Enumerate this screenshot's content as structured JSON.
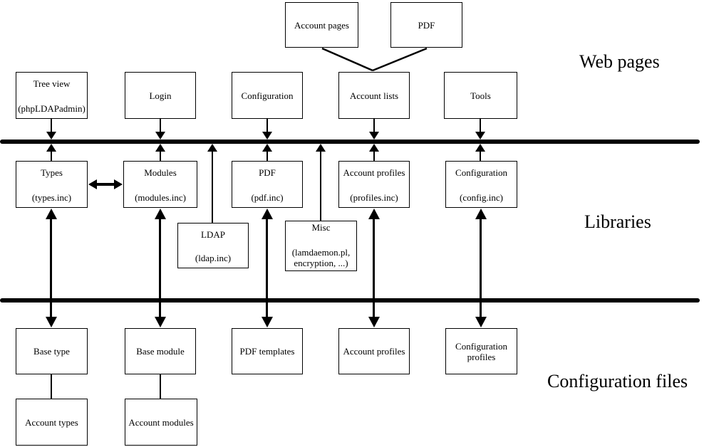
{
  "sections": {
    "web_pages": "Web pages",
    "libraries": "Libraries",
    "configuration_files": "Configuration files"
  },
  "nodes": {
    "account_pages": {
      "label": "Account pages"
    },
    "pdf_web": {
      "label": "PDF"
    },
    "tree_view": {
      "line1": "Tree view",
      "line2": "(phpLDAPadmin)"
    },
    "login": {
      "label": "Login"
    },
    "configuration_page": {
      "label": "Configuration"
    },
    "account_lists": {
      "label": "Account lists"
    },
    "tools": {
      "label": "Tools"
    },
    "types": {
      "line1": "Types",
      "line2": "(types.inc)"
    },
    "modules": {
      "line1": "Modules",
      "line2": "(modules.inc)"
    },
    "pdf_lib": {
      "line1": "PDF",
      "line2": "(pdf.inc)"
    },
    "account_profiles_lib": {
      "line1": "Account profiles",
      "line2": "(profiles.inc)"
    },
    "configuration_lib": {
      "line1": "Configuration",
      "line2": "(config.inc)"
    },
    "ldap": {
      "line1": "LDAP",
      "line2": "(ldap.inc)"
    },
    "misc": {
      "line1": "Misc",
      "line2": "(lamdaemon.pl,",
      "line3": "encryption, ...)"
    },
    "base_type": {
      "label": "Base type"
    },
    "base_module": {
      "label": "Base module"
    },
    "pdf_templates": {
      "label": "PDF templates"
    },
    "account_profiles_files": {
      "label": "Account profiles"
    },
    "configuration_profiles": {
      "line1": "Configuration",
      "line2": "profiles"
    },
    "account_types": {
      "label": "Account types"
    },
    "account_modules": {
      "label": "Account modules"
    }
  },
  "colors": {
    "line": "#000000",
    "background": "#ffffff",
    "text": "#000000"
  }
}
